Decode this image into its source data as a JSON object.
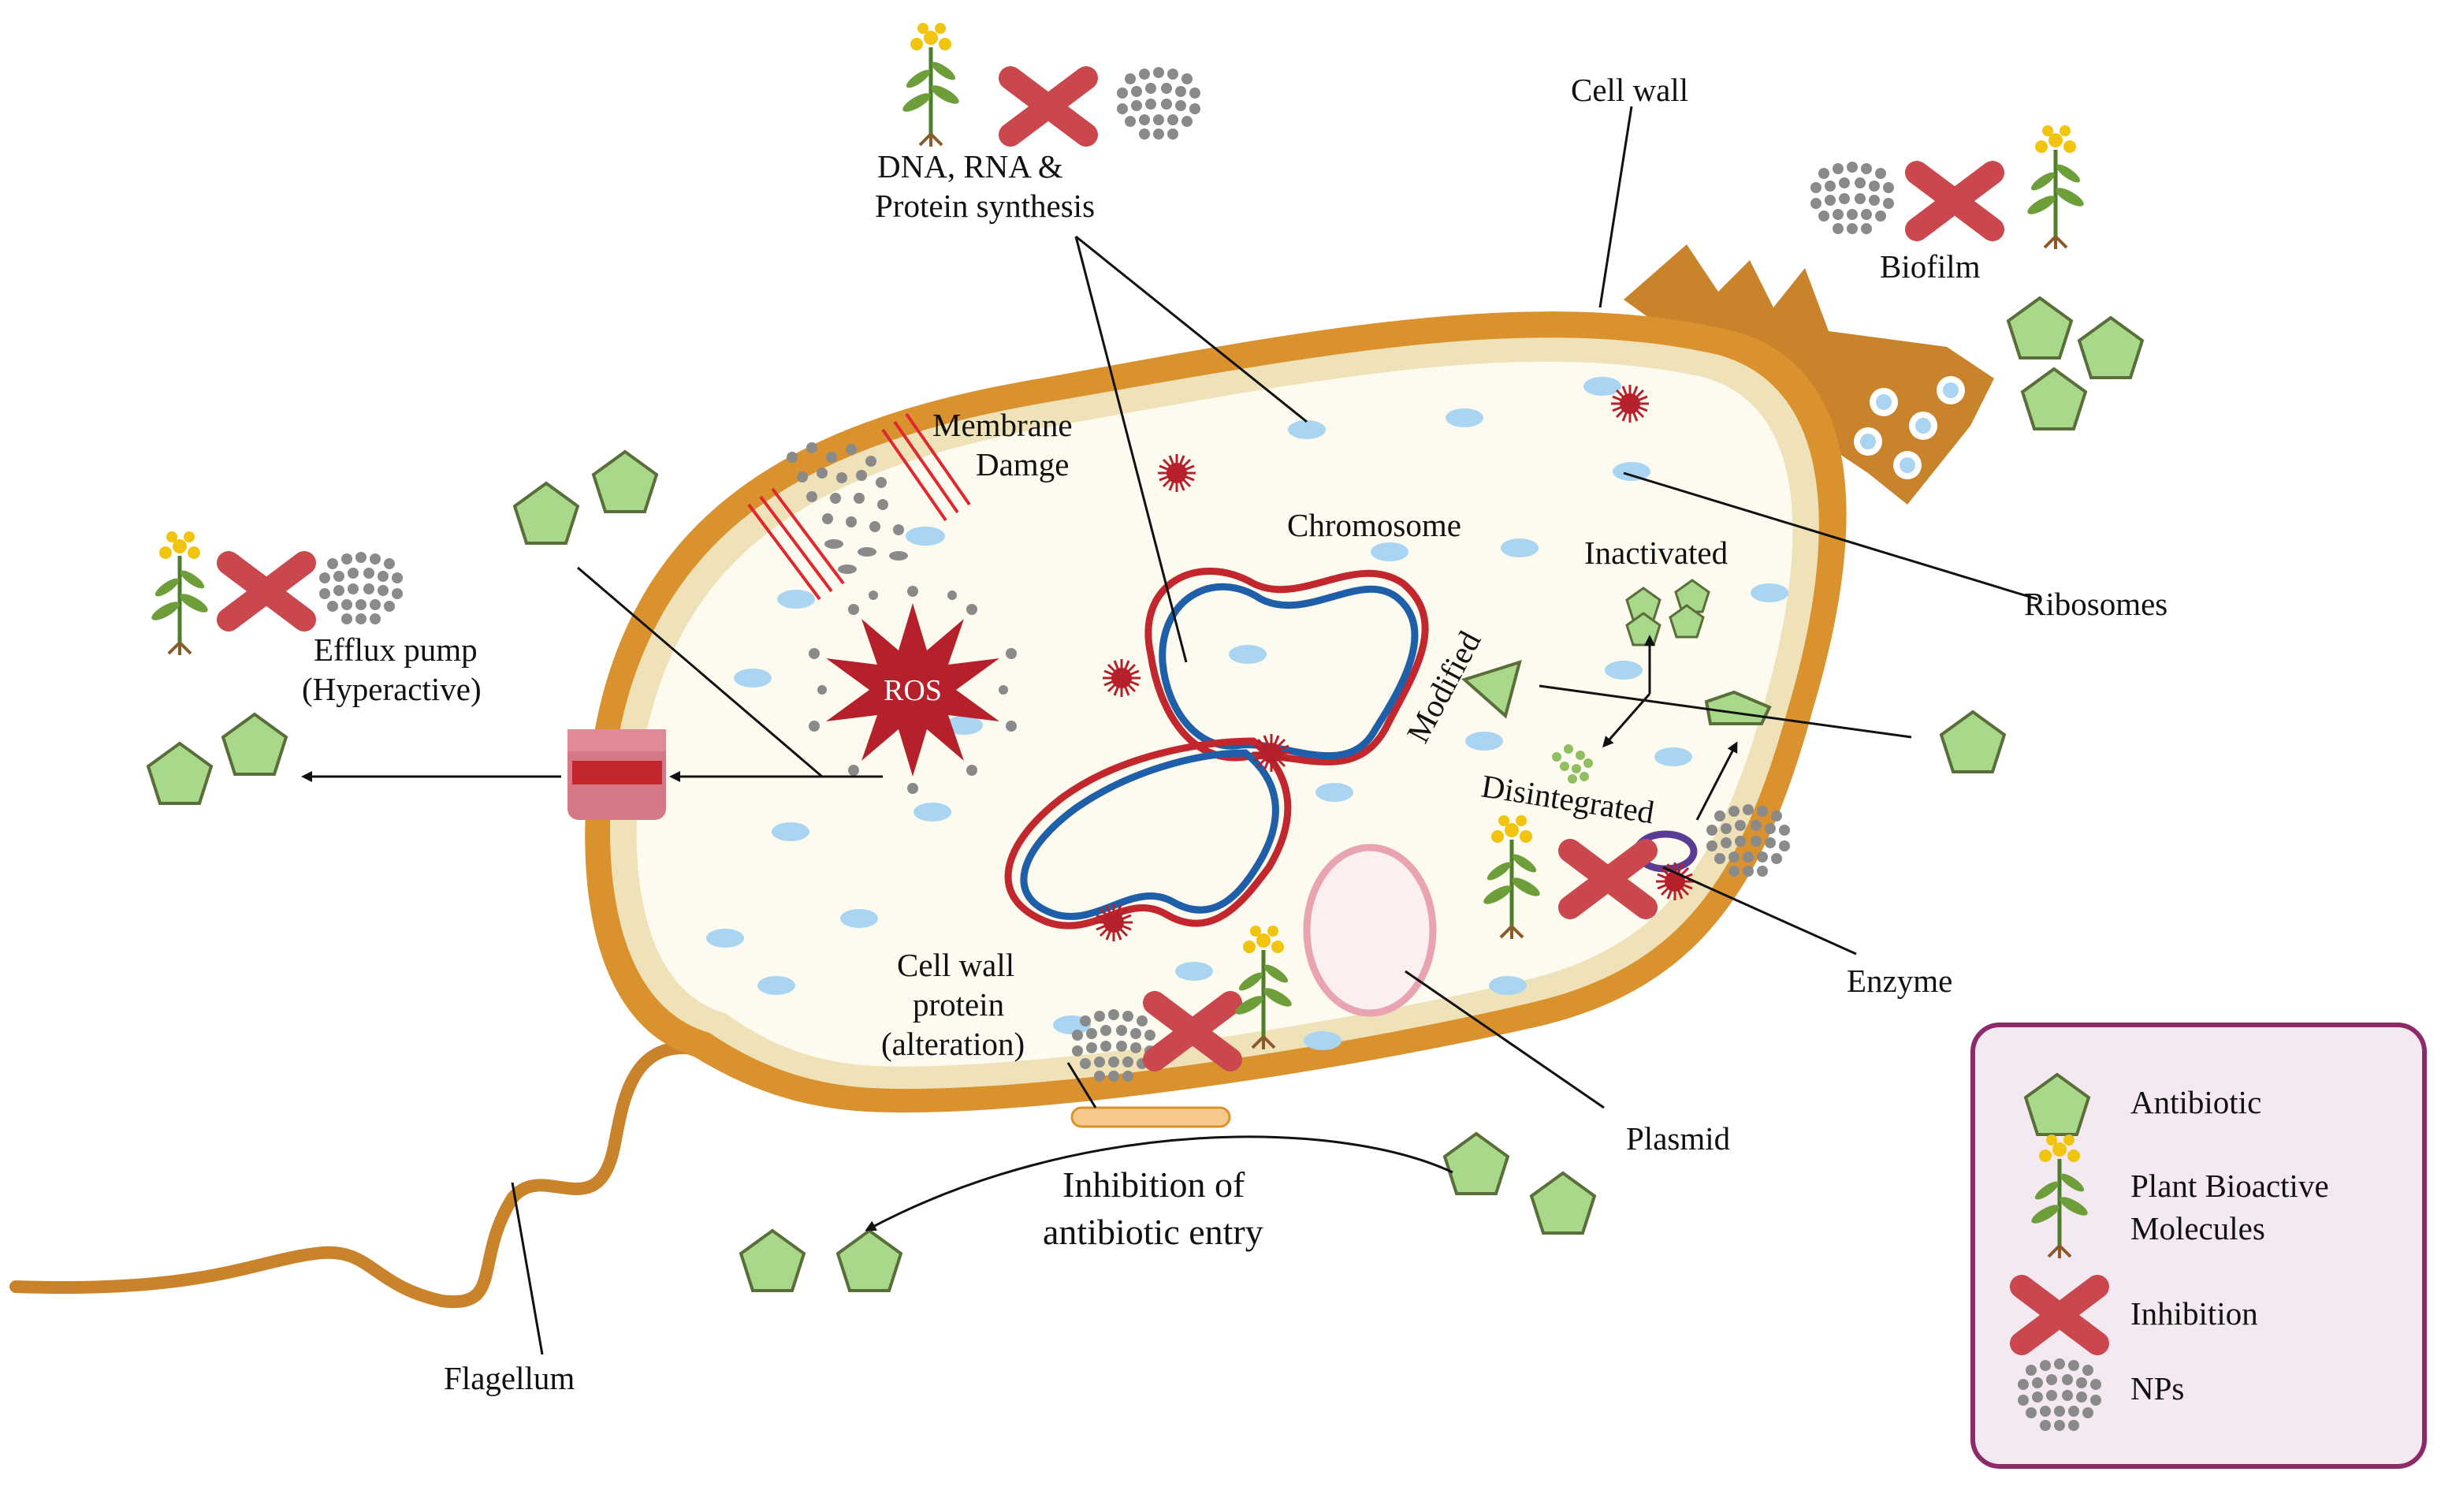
{
  "labels": {
    "dna_rna_line1": "DNA,   RNA &",
    "dna_rna_line2": "Protein synthesis",
    "cell_wall": "Cell wall",
    "biofilm": "Biofilm",
    "membrane_damage_line1": "Membrane",
    "membrane_damage_line2": "Damge",
    "chromosome": "Chromosome",
    "inactivated": "Inactivated",
    "ribosomes": "Ribosomes",
    "efflux_line1": "Efflux pump",
    "efflux_line2": "(Hyperactive)",
    "ros": "ROS",
    "modified": "Modified",
    "disintegrated": "Disintegrated",
    "enzyme": "Enzyme",
    "cell_wall_protein_line1": "Cell wall",
    "cell_wall_protein_line2": "protein",
    "cell_wall_protein_line3": "(alteration)",
    "plasmid": "Plasmid",
    "inhibition_entry_line1": "Inhibition of",
    "inhibition_entry_line2": "antibiotic entry",
    "flagellum": "Flagellum"
  },
  "legend": {
    "items": [
      {
        "label": "Antibiotic"
      },
      {
        "label_line1": "Plant Bioactive",
        "label_line2": "Molecules"
      },
      {
        "label": "Inhibition"
      },
      {
        "label": "NPs"
      }
    ]
  },
  "colors": {
    "cell_wall": "#D9922E",
    "membrane": "#EFE2B8",
    "cytoplasm": "#FDFBF0",
    "antibiotic_fill": "#A8D98A",
    "antibiotic_stroke": "#5A6E3A",
    "inhibition": "#C9474D",
    "nps": "#8A8A8A",
    "ros": "#B5202A",
    "dna_red": "#C1272D",
    "dna_blue": "#1F5EA8",
    "ribosome": "#A9D4F2",
    "legend_border": "#8E2A6A",
    "legend_fill": "#F5E9F1",
    "plasmid": "#E8A4B0"
  }
}
